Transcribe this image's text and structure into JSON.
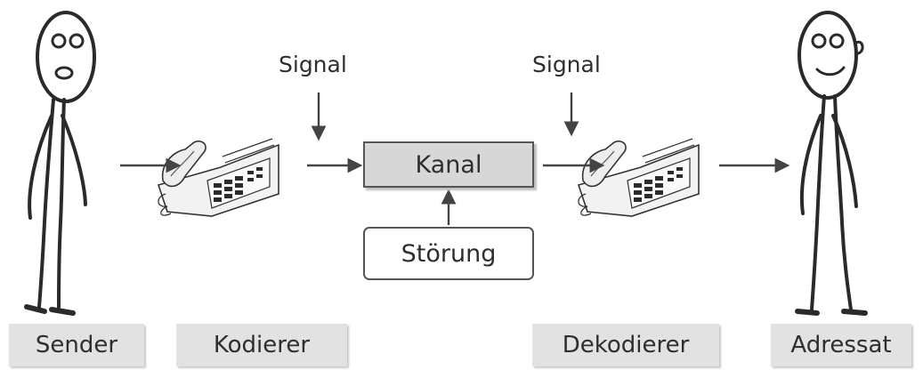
{
  "signal_left": "Signal",
  "signal_right": "Signal",
  "channel": "Kanal",
  "noise": "Störung",
  "captions": {
    "sender": "Sender",
    "encoder": "Kodierer",
    "decoder": "Dekodierer",
    "receiver": "Adressat"
  },
  "colors": {
    "line": "#444444",
    "channel_fill": "#d7d7d7",
    "caption_fill": "#e2e2e2"
  }
}
